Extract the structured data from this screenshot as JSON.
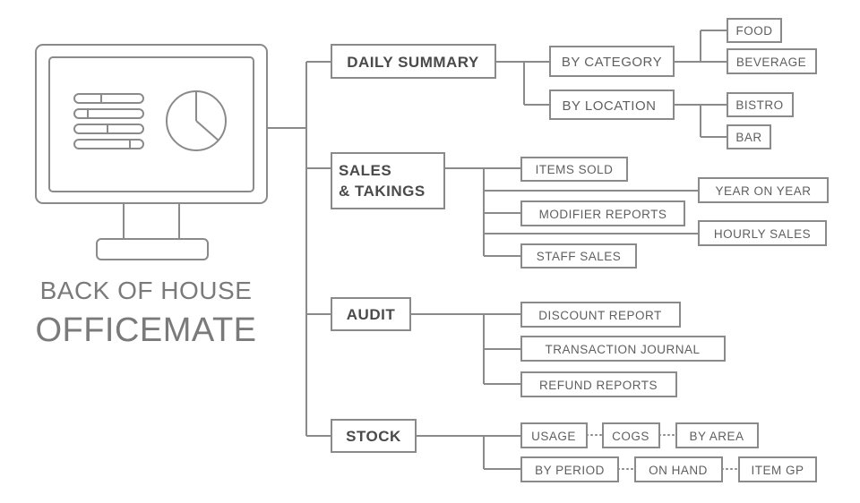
{
  "brand": {
    "line1": "BACK OF HOUSE",
    "line2": "OFFICEMATE"
  },
  "categories": {
    "daily_summary": "DAILY SUMMARY",
    "sales_takings_line1": "SALES",
    "sales_takings_line2": "& TAKINGS",
    "audit": "AUDIT",
    "stock": "STOCK"
  },
  "daily_summary": {
    "by_category": "BY CATEGORY",
    "by_location": "BY LOCATION",
    "food": "FOOD",
    "beverage": "BEVERAGE",
    "bistro": "BISTRO",
    "bar": "BAR"
  },
  "sales_takings": {
    "items_sold": "ITEMS SOLD",
    "year_on_year": "YEAR ON YEAR",
    "modifier_reports": "MODIFIER REPORTS",
    "hourly_sales": "HOURLY SALES",
    "staff_sales": "STAFF SALES"
  },
  "audit": {
    "discount_report": "DISCOUNT REPORT",
    "transaction_journal": "TRANSACTION JOURNAL",
    "refund_reports": "REFUND REPORTS"
  },
  "stock": {
    "usage": "USAGE",
    "cogs": "COGS",
    "by_area": "BY AREA",
    "by_period": "BY PERIOD",
    "on_hand": "ON HAND",
    "item_gp": "ITEM GP"
  },
  "colors": {
    "stroke": "#8a8a8a",
    "text": "#5f5f5f",
    "background": "#ffffff"
  },
  "icons": [
    "monitor-icon",
    "pie-chart-icon",
    "list-bars-icon"
  ]
}
